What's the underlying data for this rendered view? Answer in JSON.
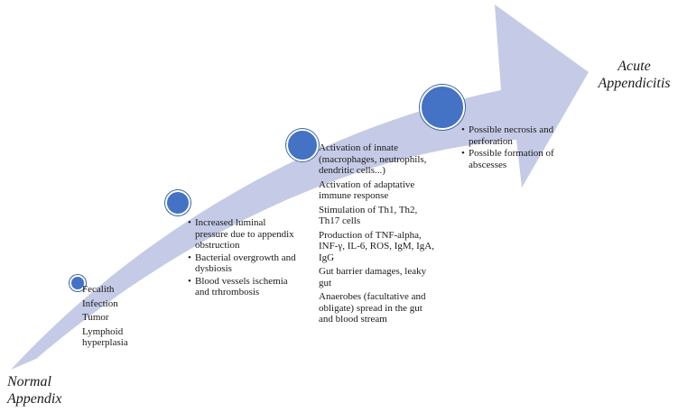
{
  "endpoints": {
    "start": "Normal Appendix",
    "end": "Acute Appendicitis"
  },
  "colors": {
    "arrow_fill": "#c5cbe6",
    "circle_fill": "#4472c4"
  },
  "stages": [
    {
      "style": "plain",
      "items": [
        "Fecalith",
        "Infection",
        "Tumor",
        "Lymphoid hyperplasia"
      ]
    },
    {
      "style": "bullets",
      "items": [
        "Increased luminal pressure due to appendix obstruction",
        "Bacterial overgrowth and dysbiosis",
        "Blood vessels ischemia and trhrombosis"
      ]
    },
    {
      "style": "plain",
      "items": [
        "Activation of innate (macrophages, neutrophils, dendritic cells...)",
        "Activation of adaptative immune response",
        "Stimulation of Th1, Th2, Th17 cells",
        "Production of TNF-alpha, INF-γ, IL-6, ROS, IgM, IgA, IgG",
        "Gut barrier damages, leaky gut",
        "Anaerobes (facultative and obligate) spread in the gut and blood stream"
      ]
    },
    {
      "style": "bullets",
      "items": [
        "Possible necrosis and perforation",
        "Possible formation of abscesses"
      ]
    }
  ]
}
